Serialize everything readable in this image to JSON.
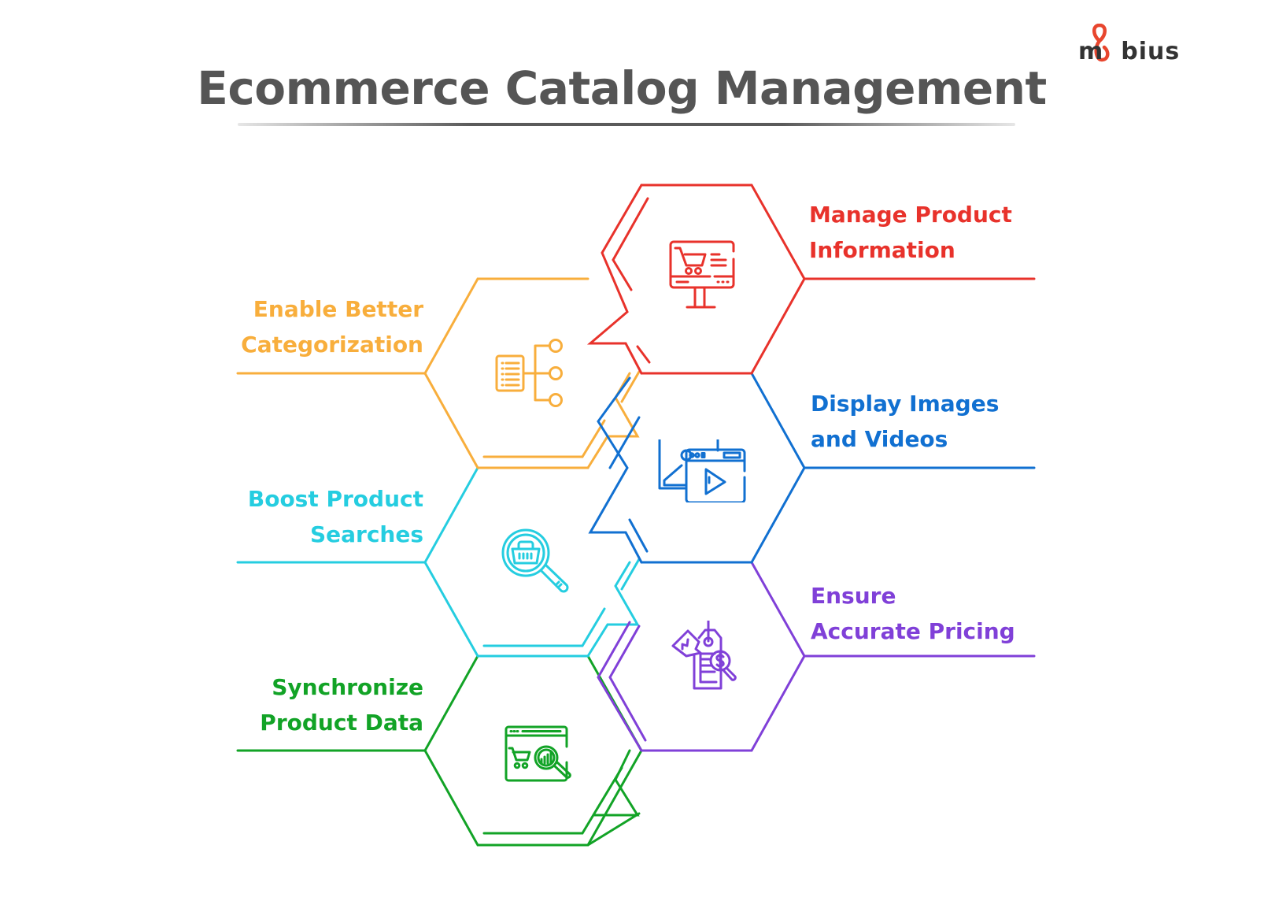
{
  "header": {
    "title": "Ecommerce Catalog Management",
    "logo": {
      "text_before": "m",
      "text_after": "bius",
      "full": "mobius",
      "accent_color": "#E8462E"
    }
  },
  "steps": [
    {
      "id": "manage",
      "line1": "Manage Product",
      "line2": "Information",
      "color": "#E8322B",
      "side": "right",
      "icon": "monitor-cart-icon"
    },
    {
      "id": "categorize",
      "line1": "Enable Better",
      "line2": "Categorization",
      "color": "#F8AE3C",
      "side": "left",
      "icon": "list-hierarchy-icon"
    },
    {
      "id": "display",
      "line1": "Display Images",
      "line2": "and Videos",
      "color": "#1170D1",
      "side": "right",
      "icon": "image-video-icon"
    },
    {
      "id": "search",
      "line1": "Boost Product",
      "line2": "Searches",
      "color": "#25CDE0",
      "side": "left",
      "icon": "basket-search-icon"
    },
    {
      "id": "pricing",
      "line1": "Ensure",
      "line2": "Accurate Pricing",
      "color": "#8040D8",
      "side": "right",
      "icon": "price-tag-search-icon"
    },
    {
      "id": "sync",
      "line1": "Synchronize",
      "line2": "Product Data",
      "color": "#12A326",
      "side": "left",
      "icon": "browser-cart-analytics-icon"
    }
  ]
}
